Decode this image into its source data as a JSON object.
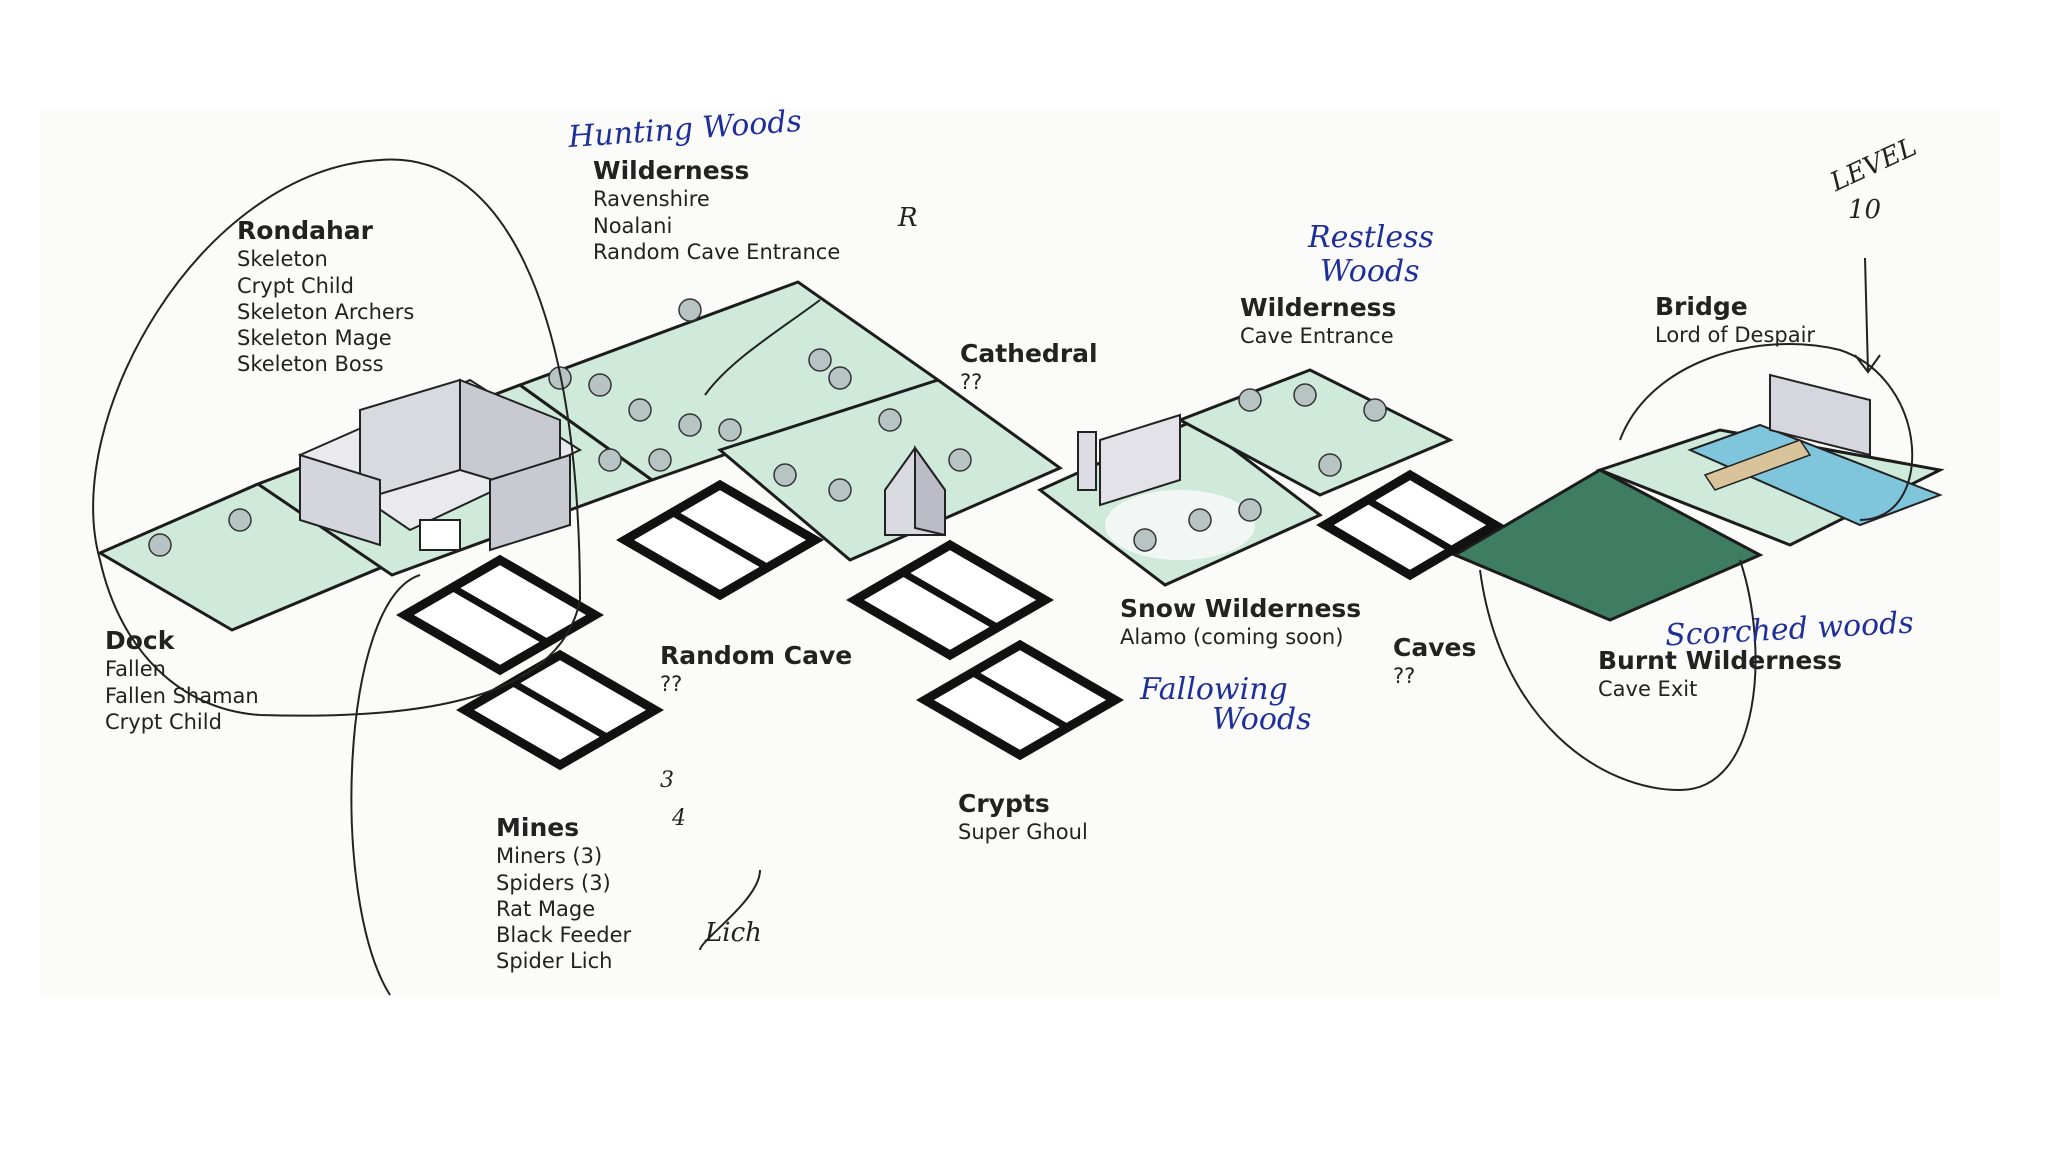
{
  "regions": {
    "rondahar": {
      "title": "Rondahar",
      "items": [
        "Skeleton",
        "Crypt Child",
        "Skeleton Archers",
        "Skeleton Mage",
        "Skeleton Boss"
      ]
    },
    "wilderness1": {
      "title": "Wilderness",
      "items": [
        "Ravenshire",
        "Noalani",
        "Random Cave Entrance"
      ]
    },
    "cathedral": {
      "title": "Cathedral",
      "items": [
        "??"
      ]
    },
    "wilderness2": {
      "title": "Wilderness",
      "items": [
        "Cave Entrance"
      ]
    },
    "bridge": {
      "title": "Bridge",
      "items": [
        "Lord of Despair"
      ]
    },
    "dock": {
      "title": "Dock",
      "items": [
        "Fallen",
        "Fallen Shaman",
        "Crypt Child"
      ]
    },
    "random_cave": {
      "title": "Random Cave",
      "items": [
        "??"
      ]
    },
    "snow_wilderness": {
      "title": "Snow Wilderness",
      "items": [
        "Alamo (coming soon)"
      ]
    },
    "caves": {
      "title": "Caves",
      "items": [
        "??"
      ]
    },
    "burnt_wilderness": {
      "title": "Burnt Wilderness",
      "items": [
        "Cave Exit"
      ]
    },
    "crypts": {
      "title": "Crypts",
      "items": [
        "Super Ghoul"
      ]
    },
    "mines": {
      "title": "Mines",
      "items": [
        "Miners (3)",
        "Spiders (3)",
        "Rat Mage",
        "Black Feeder",
        "Spider Lich"
      ]
    }
  },
  "handwritten": {
    "hunting_woods": "Hunting Woods",
    "restless_woods": "Restless",
    "restless_woods2": "Woods",
    "fallowing_woods": "Fallowing",
    "fallowing_woods2": "Woods",
    "scorched_woods": "Scorched woods",
    "level": "LEVEL",
    "level_num": "10",
    "r_mark": "R",
    "mines_3": "3",
    "mines_4": "4",
    "lich": "Lich"
  },
  "colors": {
    "grass": "#cfeadb",
    "burnt": "#3f7d62",
    "ink_blue": "#1f2f9a",
    "outline": "#1c1c1c"
  }
}
